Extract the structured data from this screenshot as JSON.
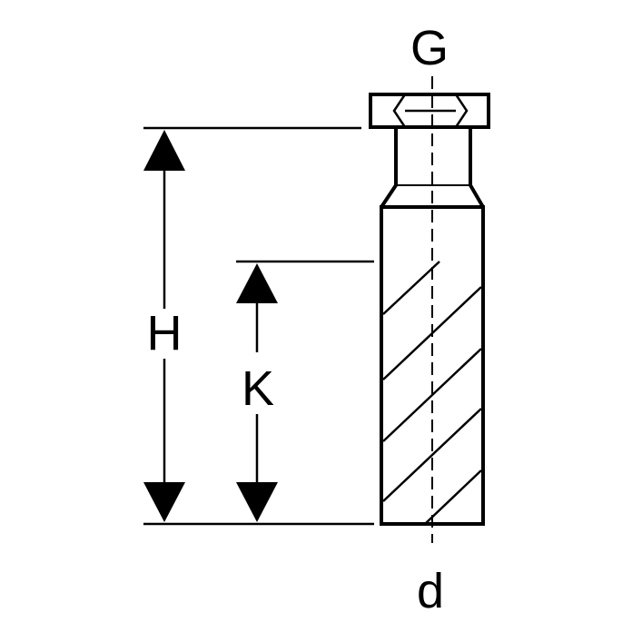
{
  "labels": {
    "top": "G",
    "bottom": "d",
    "height_total": "H",
    "height_partial": "K"
  },
  "colors": {
    "stroke": "#000000",
    "background": "#ffffff"
  }
}
